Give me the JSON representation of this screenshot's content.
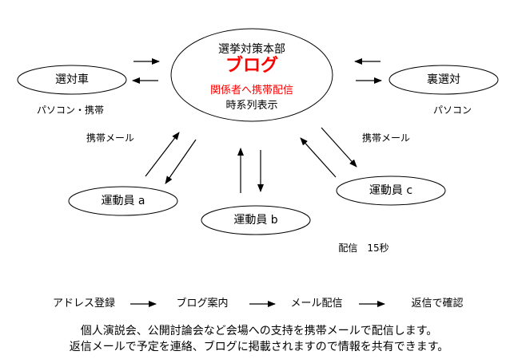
{
  "colors": {
    "accent_red": "#ff0000",
    "stroke": "#000000"
  },
  "center": {
    "title": "選挙対策本部",
    "blog": "ブログ",
    "subtitle": "関係者へ携帯配信",
    "note": "時系列表示"
  },
  "nodes": {
    "senshasha": "選対車",
    "urasentai": "裏選対",
    "undoin_a": "運動員 a",
    "undoin_b": "運動員 b",
    "undoin_c": "運動員 c"
  },
  "labels": {
    "pc_mobile": "パソコン・携帯",
    "pc": "パソコン",
    "mail_left": "携帯メール",
    "mail_right": "携帯メール",
    "delivery": "配信　15秒"
  },
  "flow": {
    "steps": [
      "アドレス登録",
      "ブログ案内",
      "メール配信",
      "返信で確認"
    ]
  },
  "footer": {
    "line1": "個人演説会、公開討論会など会場への支持を携帯メールで配信します。",
    "line2": "返信メールで予定を連絡、ブログに掲載されますので情報を共有できます。"
  }
}
